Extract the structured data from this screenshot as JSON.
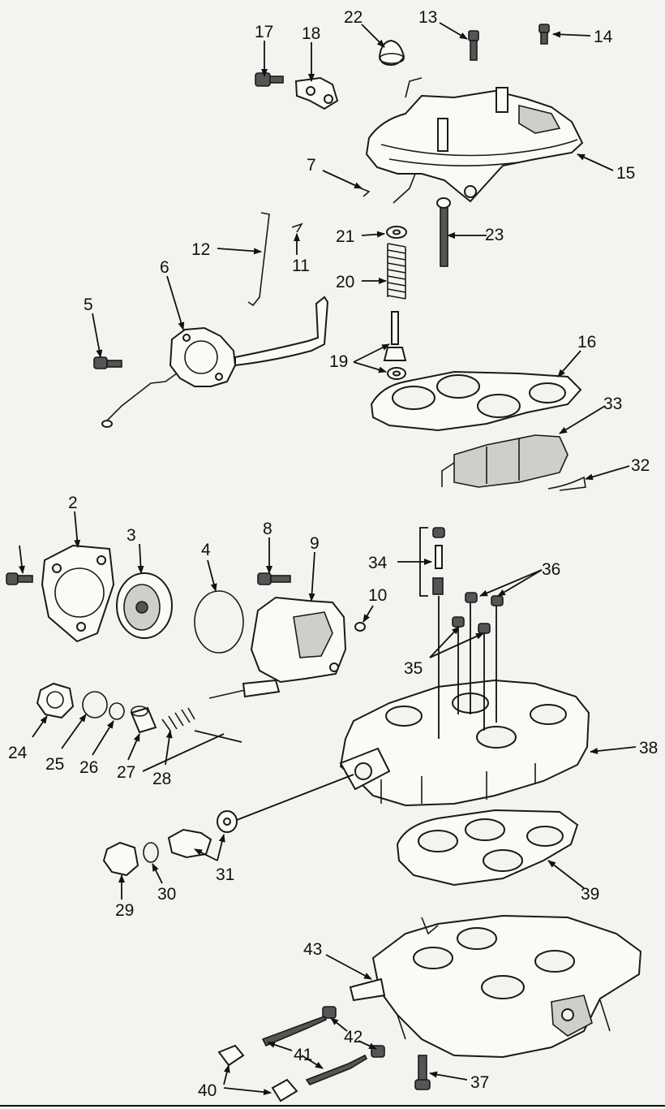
{
  "diagram": {
    "labels": [
      "2",
      "3",
      "4",
      "5",
      "6",
      "7",
      "8",
      "9",
      "10",
      "11",
      "12",
      "13",
      "14",
      "15",
      "16",
      "17",
      "18",
      "19",
      "20",
      "21",
      "22",
      "23",
      "24",
      "25",
      "26",
      "27",
      "28",
      "29",
      "30",
      "31",
      "32",
      "33",
      "34",
      "35",
      "36",
      "37",
      "38",
      "39",
      "40",
      "41",
      "42",
      "43"
    ]
  },
  "colors": {
    "ink": "#111111",
    "paper": "#f4f3ef"
  }
}
